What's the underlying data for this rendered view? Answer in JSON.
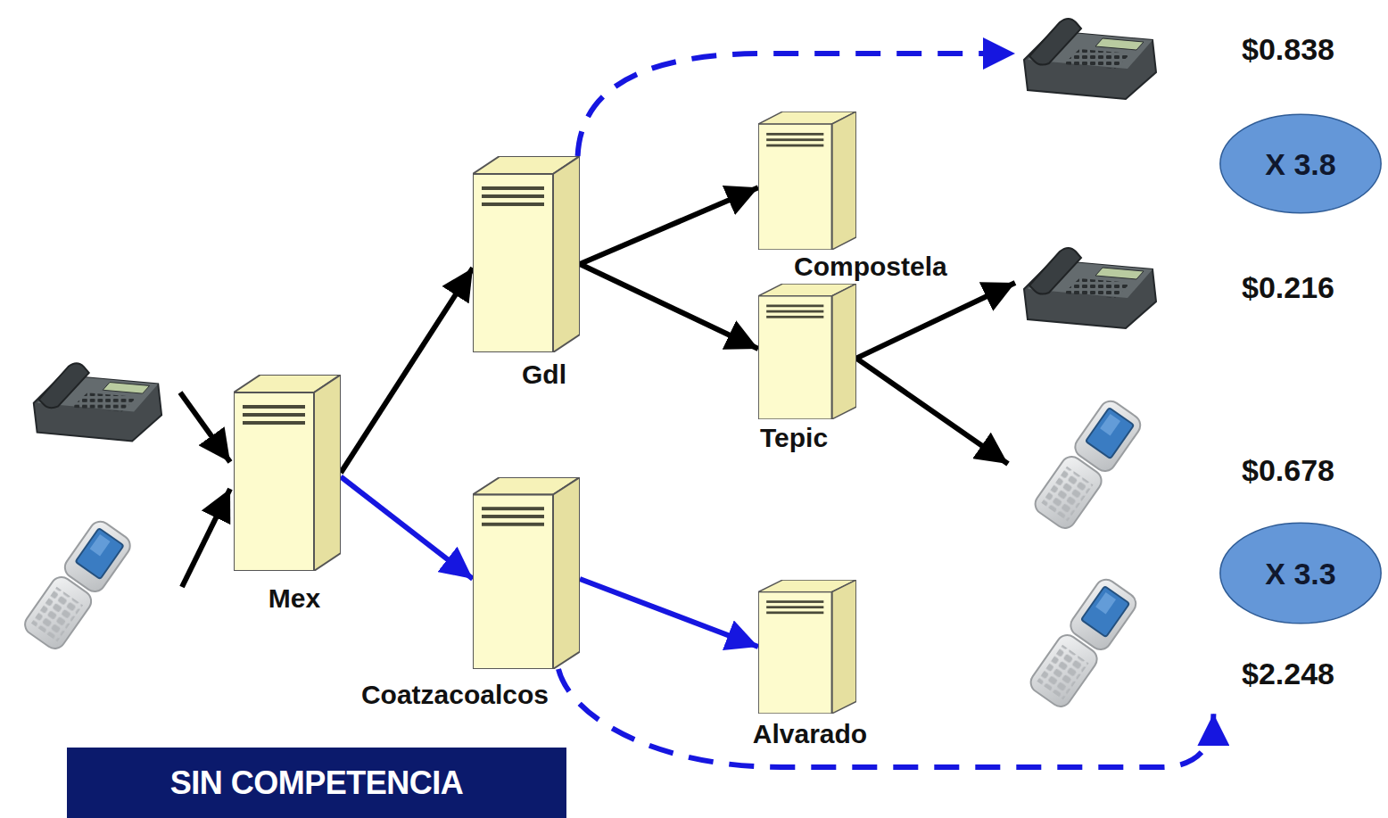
{
  "diagram": {
    "nodes": [
      {
        "text": [
          "$0.838"
        ]
      },
      {
        "text": [
          "X 3.8"
        ]
      },
      {
        "text": [
          "Gdl"
        ]
      },
      {
        "text": [
          "Compostela"
        ]
      },
      {
        "text": [
          "$0.216"
        ]
      },
      {
        "text": [
          "Mex"
        ]
      },
      {
        "text": [
          "Tepic"
        ]
      },
      {
        "text": [
          "$0.678"
        ]
      },
      {
        "text": [
          "X 3.3"
        ]
      },
      {
        "text": [
          "Coatzacoalcos"
        ]
      },
      {
        "text": [
          "Alvarado"
        ]
      },
      {
        "text": [
          "$2.248"
        ]
      },
      {
        "text": [
          "SIN COMPETENCIA"
        ]
      }
    ],
    "edges": [
      {
        "from": 5,
        "to": 2,
        "arrow": "to"
      },
      {
        "from": 2,
        "to": 3,
        "arrow": "to"
      },
      {
        "from": 2,
        "to": 6,
        "arrow": "to"
      },
      {
        "from": 6,
        "to": 4,
        "arrow": "to"
      },
      {
        "from": 6,
        "to": 7,
        "arrow": "to"
      },
      {
        "from": 5,
        "to": 9,
        "arrow": "to"
      },
      {
        "from": 9,
        "to": 10,
        "arrow": "to"
      },
      {
        "from": 2,
        "to": 0,
        "arrow": "to"
      },
      {
        "from": 9,
        "to": 11,
        "arrow": "to"
      }
    ]
  }
}
